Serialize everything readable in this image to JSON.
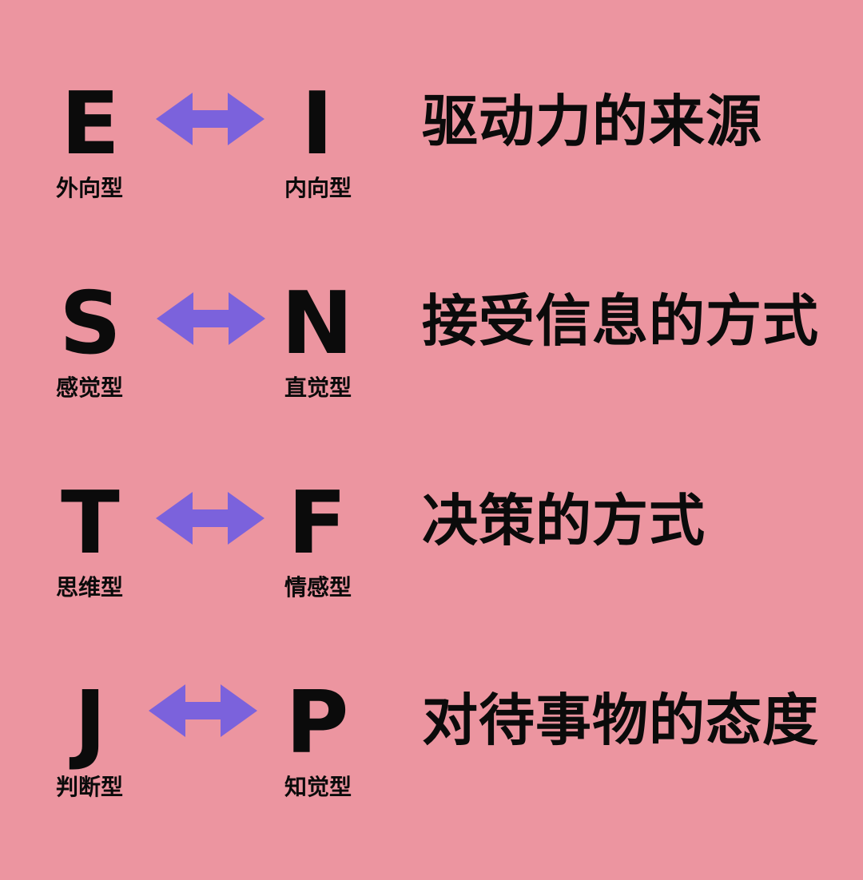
{
  "colors": {
    "background": "#ec95a0",
    "arrow": "#7b62dc",
    "text": "#0b0b0b"
  },
  "rows": [
    {
      "left_letter": "E",
      "left_label": "外向型",
      "right_letter": "I",
      "right_label": "内向型",
      "title": "驱动力的来源",
      "icon": "double-arrow-icon"
    },
    {
      "left_letter": "S",
      "left_label": "感觉型",
      "right_letter": "N",
      "right_label": "直觉型",
      "title": "接受信息的方式",
      "icon": "double-arrow-icon"
    },
    {
      "left_letter": "T",
      "left_label": "思维型",
      "right_letter": "F",
      "right_label": "情感型",
      "title": "决策的方式",
      "icon": "double-arrow-icon"
    },
    {
      "left_letter": "J",
      "left_label": "判断型",
      "right_letter": "P",
      "right_label": "知觉型",
      "title": "对待事物的态度",
      "icon": "double-arrow-icon"
    }
  ]
}
